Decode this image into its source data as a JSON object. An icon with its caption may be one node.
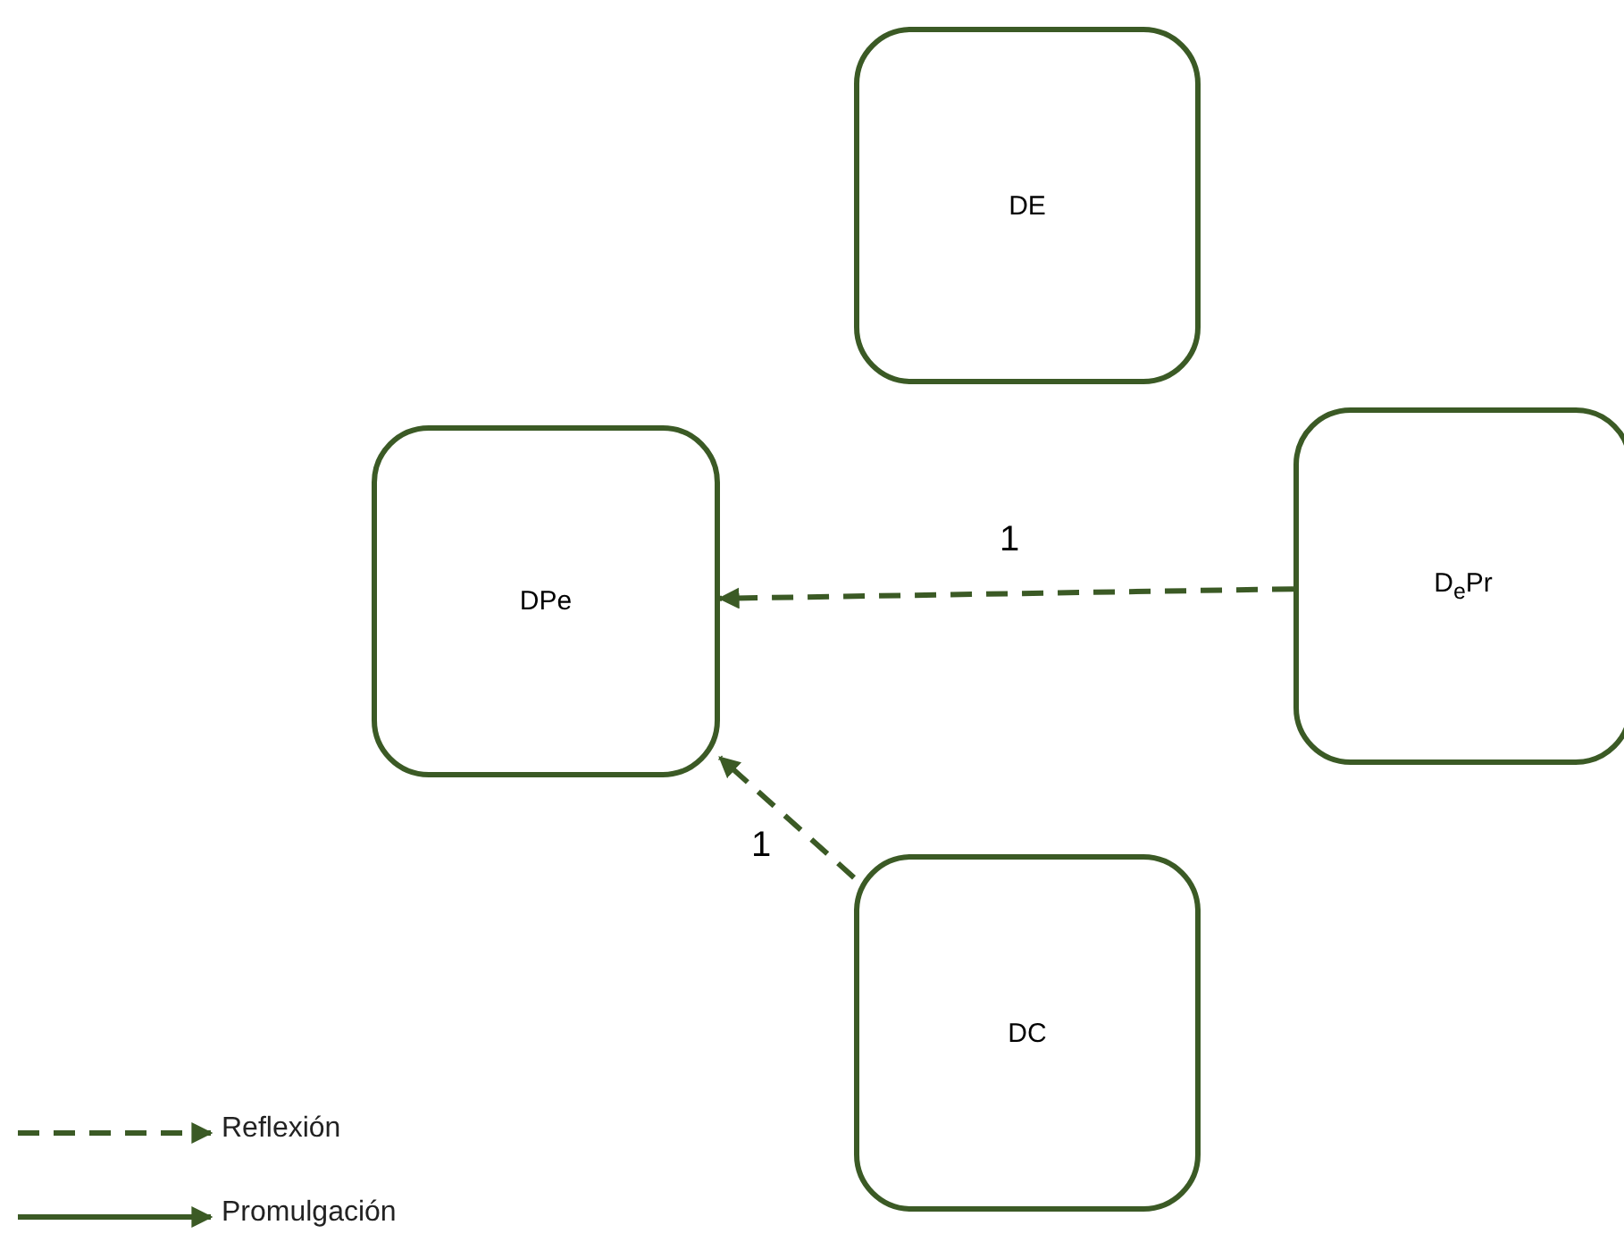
{
  "diagram": {
    "nodes": [
      {
        "text": [
          "DE"
        ]
      },
      {
        "text": [
          "DPe"
        ]
      },
      {
        "text": [
          "D$_{e}$Pr"
        ]
      },
      {
        "text": [
          "DC"
        ]
      }
    ],
    "edges": [
      {
        "from": 2,
        "to": 1,
        "arrow": "to",
        "label": "1",
        "style": "dashed"
      },
      {
        "from": 3,
        "to": 1,
        "arrow": "to",
        "label": "1",
        "style": "dashed"
      }
    ],
    "legend": [
      {
        "text": "Reflexión"
      },
      {
        "text": "Promulgación"
      }
    ]
  }
}
